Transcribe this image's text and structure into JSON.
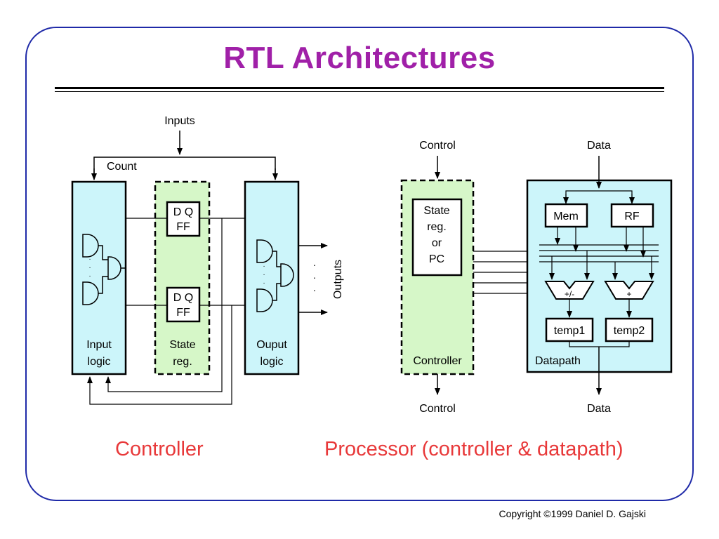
{
  "title": "RTL Architectures",
  "controller_diagram": {
    "inputs_label": "Inputs",
    "count_label": "Count",
    "flipflop_top": {
      "line1": "D Q",
      "line2": "FF"
    },
    "flipflop_bottom": {
      "line1": "D Q",
      "line2": "FF"
    },
    "input_logic": {
      "line1": "Input",
      "line2": "logic"
    },
    "state_reg": {
      "line1": "State",
      "line2": "reg."
    },
    "output_logic": {
      "line1": "Ouput",
      "line2": "logic"
    },
    "outputs_label": "Outputs"
  },
  "processor_diagram": {
    "control_in_label": "Control",
    "control_out_label": "Control",
    "data_in_label": "Data",
    "data_out_label": "Data",
    "state_reg_box": {
      "line1": "State",
      "line2": "reg.",
      "line3": "or",
      "line4": "PC"
    },
    "controller_label": "Controller",
    "datapath_label": "Datapath",
    "mem_label": "Mem",
    "rf_label": "RF",
    "alu1_label": "+/-",
    "alu2_label": "+",
    "temp1_label": "temp1",
    "temp2_label": "temp2"
  },
  "captions": {
    "left": "Controller",
    "right": "Processor (controller & datapath)"
  },
  "copyright": "Copyright ©1999 Daniel D. Gajski",
  "colors": {
    "title": "#a020a8",
    "frame": "#1f2aa8",
    "caption": "#e8393a",
    "logic_fill": "#ccf5fa",
    "state_fill": "#d6f7c8"
  }
}
